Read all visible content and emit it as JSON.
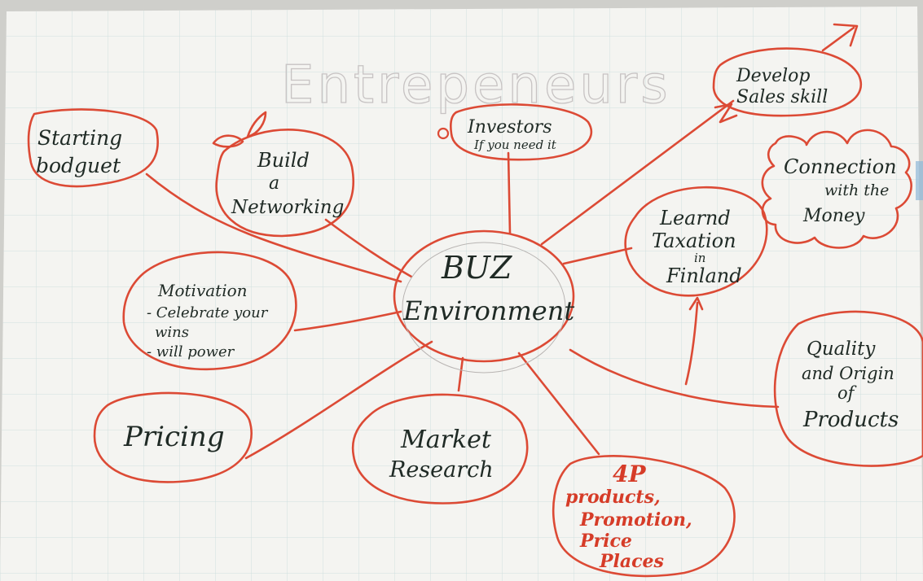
{
  "title": "Entrepeneurs",
  "center": {
    "line1": "BUZ",
    "line2": "Environment"
  },
  "nodes": [
    {
      "id": "starting-budget",
      "lines": [
        "Starting",
        "bodguet"
      ],
      "ink": "dark"
    },
    {
      "id": "build-networking",
      "lines": [
        "Build",
        "a",
        "Networking"
      ],
      "ink": "dark"
    },
    {
      "id": "investors",
      "lines": [
        "Investors",
        "If you need it"
      ],
      "ink": "dark"
    },
    {
      "id": "develop-sales-skill",
      "lines": [
        "Develop",
        "Sales skill"
      ],
      "ink": "dark"
    },
    {
      "id": "connection-money",
      "lines": [
        "Connection",
        "with the",
        "Money"
      ],
      "ink": "dark"
    },
    {
      "id": "learn-taxation",
      "lines": [
        "Learnd",
        "Taxation",
        "in",
        "Finland"
      ],
      "ink": "dark"
    },
    {
      "id": "motivation",
      "lines": [
        "Motivation",
        "- Celebrate your",
        "wins",
        "- will power"
      ],
      "ink": "dark"
    },
    {
      "id": "quality-origin",
      "lines": [
        "Quality",
        "and Origin",
        "of",
        "Products"
      ],
      "ink": "dark"
    },
    {
      "id": "pricing",
      "lines": [
        "Pricing"
      ],
      "ink": "dark"
    },
    {
      "id": "market-research",
      "lines": [
        "Market",
        "Research"
      ],
      "ink": "dark"
    },
    {
      "id": "four-p",
      "lines": [
        "4P",
        "products,",
        "Promotion,",
        "Price",
        "Places"
      ],
      "ink": "red"
    }
  ],
  "colors": {
    "paper": "#f4f4f1",
    "grid": "#cfe0df",
    "red_ink": "#dc4a35",
    "dark_ink": "#1f2a25",
    "ghost_ink": "#c7c3c3"
  }
}
